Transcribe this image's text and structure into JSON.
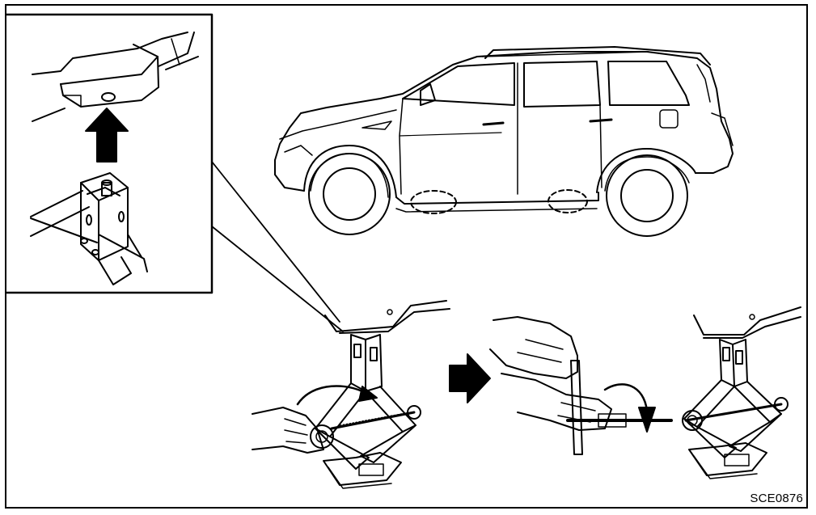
{
  "figure": {
    "code": "SCE0876",
    "colors": {
      "line": "#000000",
      "background": "#ffffff"
    },
    "panels": [
      {
        "id": "inset",
        "icon": "jack-point-detail"
      },
      {
        "id": "vehicle",
        "icon": "suv-side-view-jack-points"
      },
      {
        "id": "step-1",
        "icon": "jack-positioned-under-vehicle"
      },
      {
        "id": "step-2",
        "icon": "jack-raised-with-handle"
      }
    ],
    "icons": [
      "up-arrow-icon",
      "right-arrow-icon",
      "rotation-arrow-icon"
    ]
  }
}
